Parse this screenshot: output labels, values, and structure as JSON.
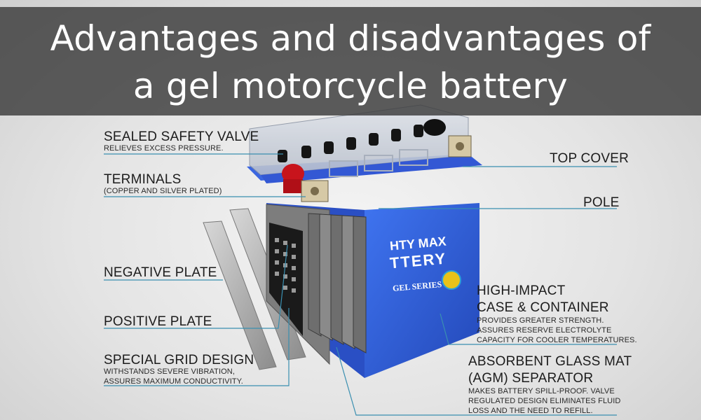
{
  "title": {
    "line1": "Advantages and disadvantages of",
    "line2": "a gel motorcycle battery"
  },
  "labels": {
    "sealed_valve": {
      "title": "SEALED SAFETY VALVE",
      "desc": "RELIEVES EXCESS PRESSURE."
    },
    "terminals": {
      "title": "TERMINALS",
      "desc": "(COPPER AND SILVER PLATED)"
    },
    "top_cover": {
      "title": "TOP COVER"
    },
    "pole": {
      "title": "POLE"
    },
    "negative_plate": {
      "title": "NEGATIVE PLATE"
    },
    "positive_plate": {
      "title": "POSITIVE PLATE"
    },
    "grid_design": {
      "title": "SPECIAL GRID DESIGN",
      "desc_line1": "WITHSTANDS SEVERE VIBRATION,",
      "desc_line2": "ASSURES MAXIMUM CONDUCTIVITY."
    },
    "case": {
      "title_line1": "HIGH-IMPACT",
      "title_line2": "CASE & CONTAINER",
      "desc_line1": "PROVIDES GREATER STRENGTH.",
      "desc_line2": "ASSURES RESERVE ELECTROLYTE",
      "desc_line3": "CAPACITY FOR COOLER TEMPERATURES."
    },
    "agm": {
      "title_line1": "ABSORBENT GLASS MAT",
      "title_line2": "(AGM) SEPARATOR",
      "desc_line1": "MAKES BATTERY SPILL-PROOF. VALVE",
      "desc_line2": "REGULATED DESIGN ELIMINATES FLUID",
      "desc_line3": "LOSS AND THE NEED TO REFILL."
    }
  },
  "battery_brand": {
    "line1": "HTY MAX",
    "line2": "TTERY",
    "series": "GEL SERIES"
  },
  "colors": {
    "title_band": "#3a3a3a",
    "battery_blue": "#2f5fd8",
    "leader_line": "#3a8fb0",
    "plate_gray": "#9a9a9a"
  }
}
